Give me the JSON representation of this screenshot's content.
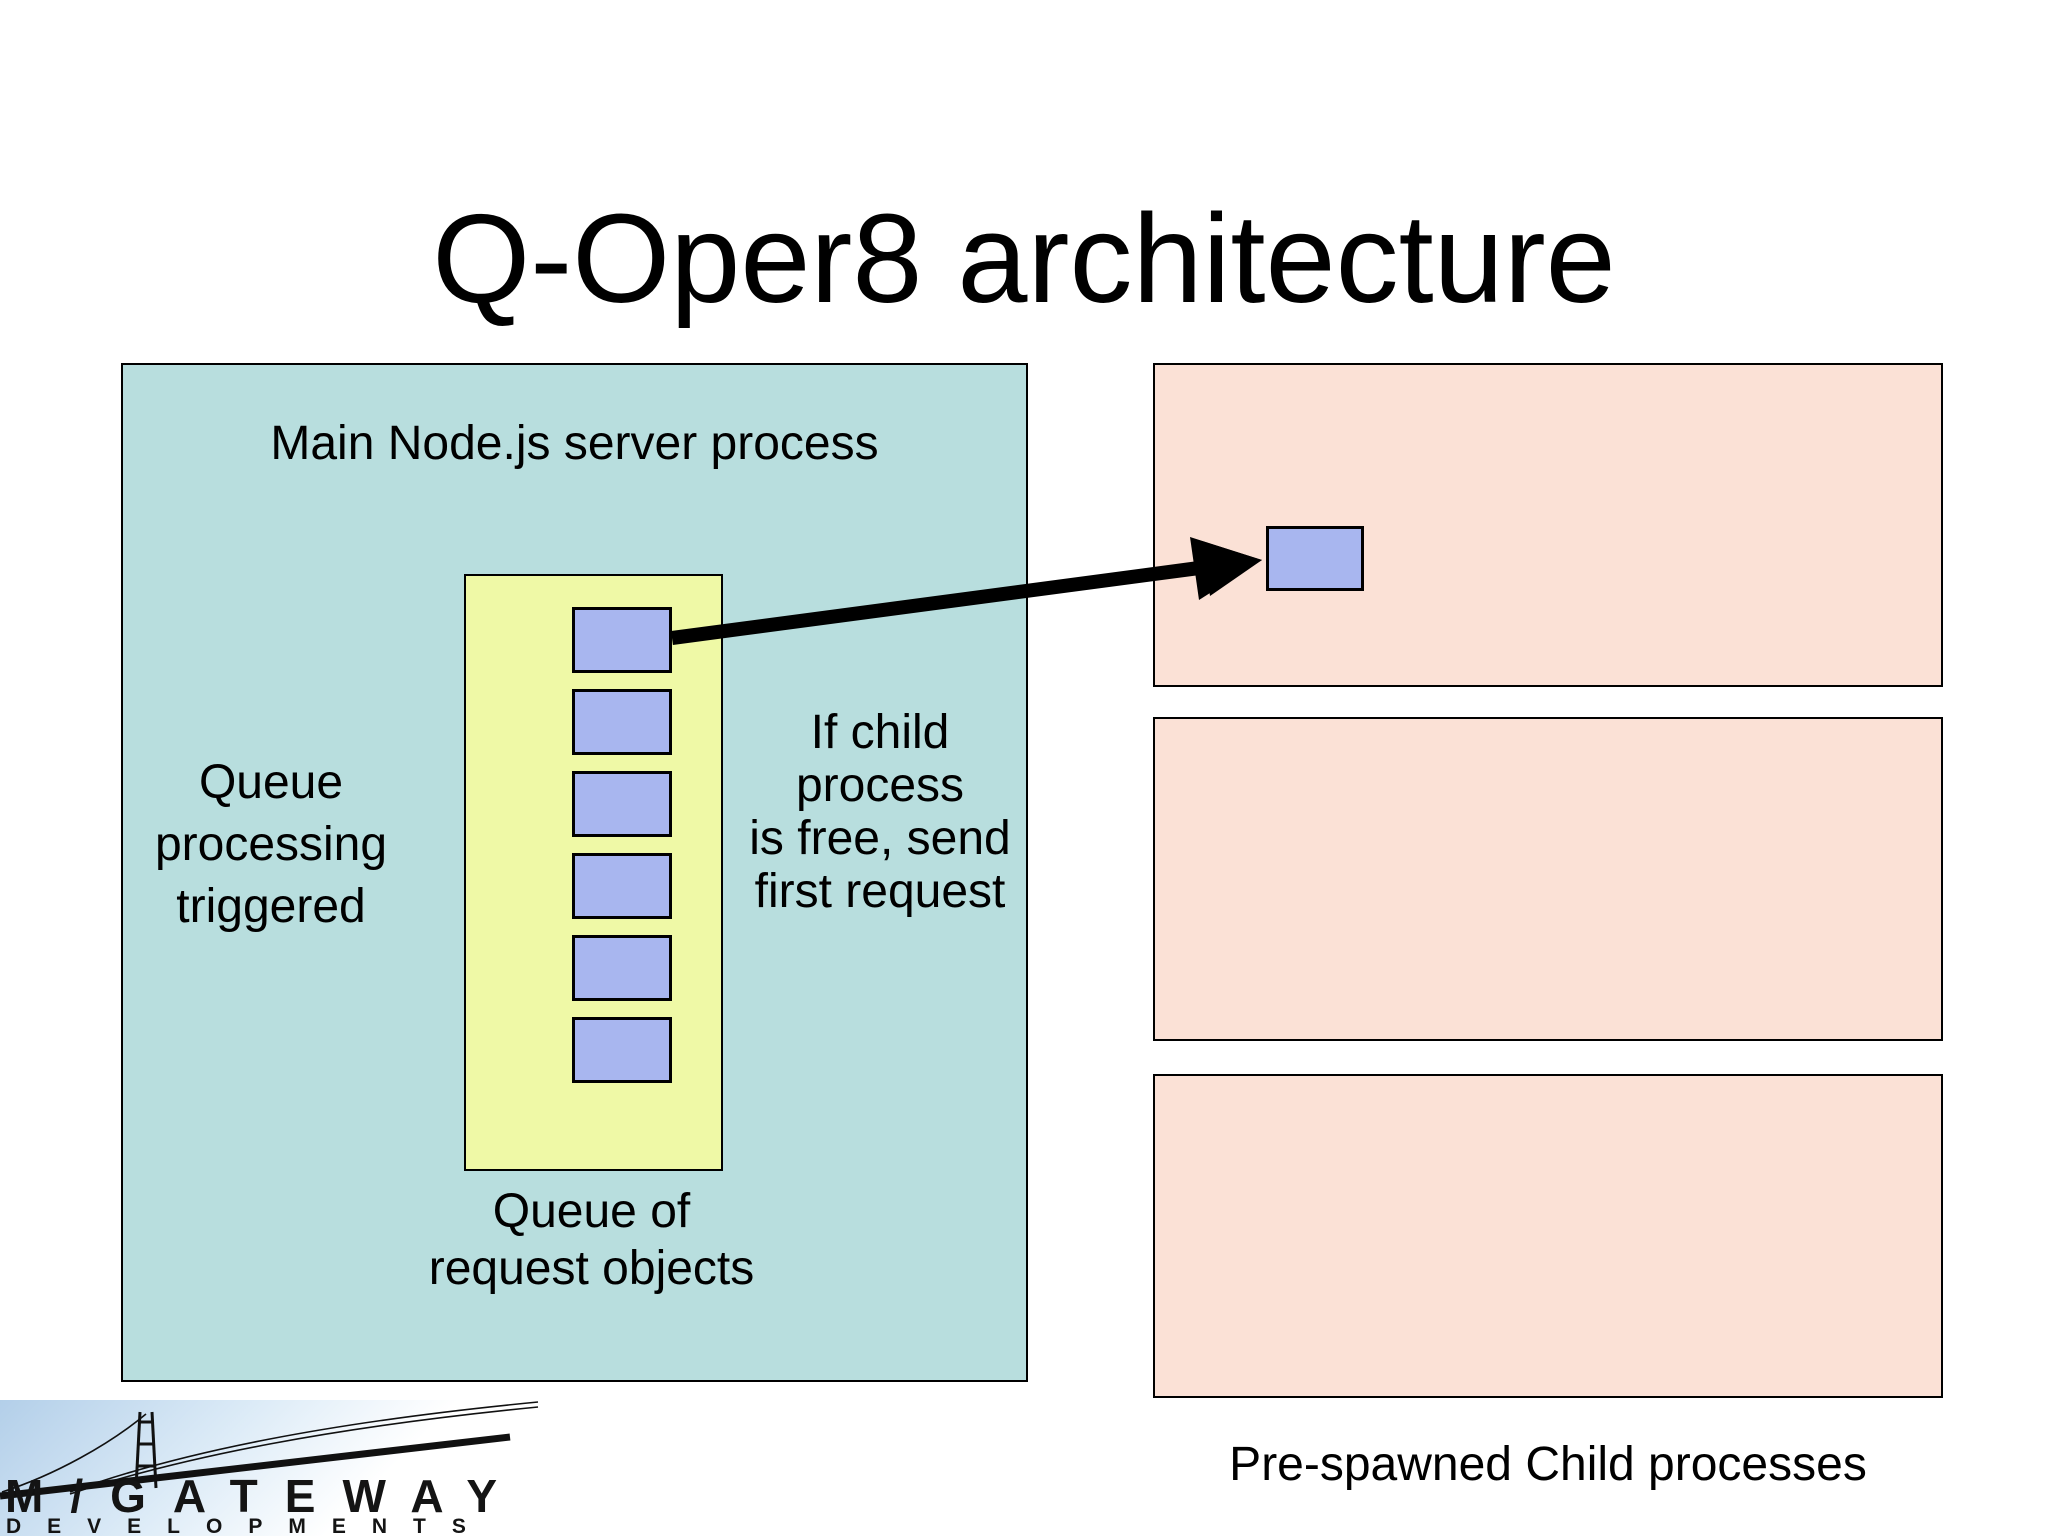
{
  "title": "Q-Oper8 architecture",
  "main_box": {
    "label": "Main Node.js server process",
    "fill": "#b8dede"
  },
  "queue_box": {
    "fill": "#eff9a6",
    "item_count": 6,
    "item_fill": "#a8b6ef",
    "label_lines": [
      "Queue of",
      "request objects"
    ]
  },
  "notes": {
    "queue_trigger_lines": [
      "Queue",
      "processing",
      "triggered"
    ],
    "dispatch_lines": [
      "If child",
      "process",
      "is free, send",
      "first request"
    ]
  },
  "child_processes": {
    "box_count": 3,
    "fill": "#fbe1d6",
    "request_fill": "#a8b6ef",
    "label": "Pre-spawned Child processes"
  },
  "arrow": {
    "color": "#000000"
  },
  "logo": {
    "line1": "M/GATEWAY",
    "line2": "DEVELOPMENTS"
  }
}
